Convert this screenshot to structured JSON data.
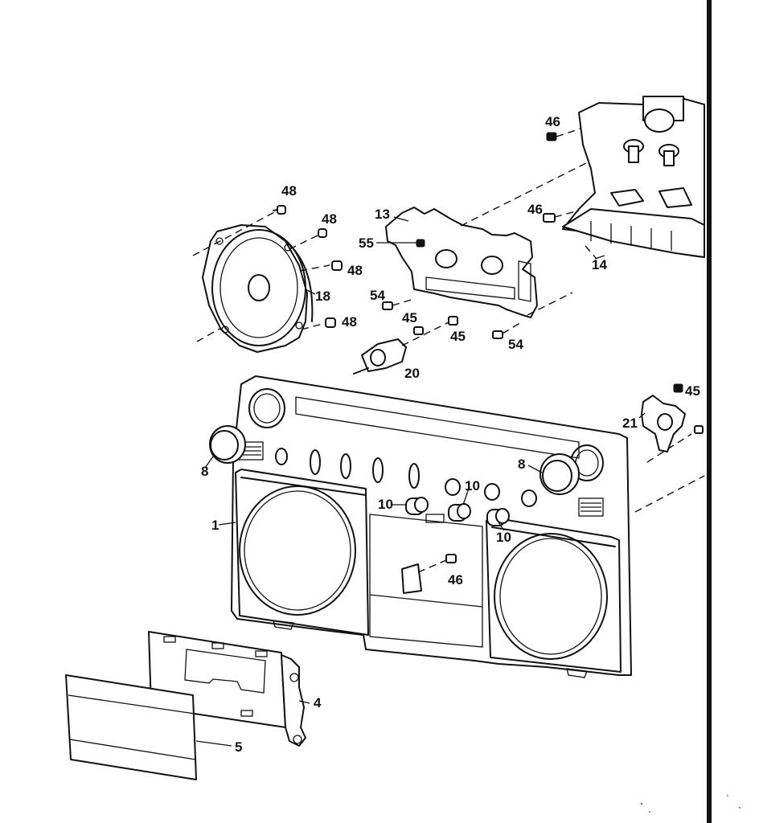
{
  "callouts": [
    {
      "id": "c48a",
      "text": "48"
    },
    {
      "id": "c48b",
      "text": "48"
    },
    {
      "id": "c48c",
      "text": "48"
    },
    {
      "id": "c48d",
      "text": "48"
    },
    {
      "id": "c18",
      "text": "18"
    },
    {
      "id": "c13",
      "text": "13"
    },
    {
      "id": "c55",
      "text": "55"
    },
    {
      "id": "c54a",
      "text": "54"
    },
    {
      "id": "c54b",
      "text": "54"
    },
    {
      "id": "c45a",
      "text": "45"
    },
    {
      "id": "c45b",
      "text": "45"
    },
    {
      "id": "c45c",
      "text": "45"
    },
    {
      "id": "c20",
      "text": "20"
    },
    {
      "id": "c46a",
      "text": "46"
    },
    {
      "id": "c46b",
      "text": "46"
    },
    {
      "id": "c46c",
      "text": "46"
    },
    {
      "id": "c14",
      "text": "14"
    },
    {
      "id": "c21",
      "text": "21"
    },
    {
      "id": "c8a",
      "text": "8"
    },
    {
      "id": "c8b",
      "text": "8"
    },
    {
      "id": "c10a",
      "text": "10"
    },
    {
      "id": "c10b",
      "text": "10"
    },
    {
      "id": "c10c",
      "text": "10"
    },
    {
      "id": "c1",
      "text": "1"
    },
    {
      "id": "c4",
      "text": "4"
    },
    {
      "id": "c5",
      "text": "5"
    }
  ]
}
